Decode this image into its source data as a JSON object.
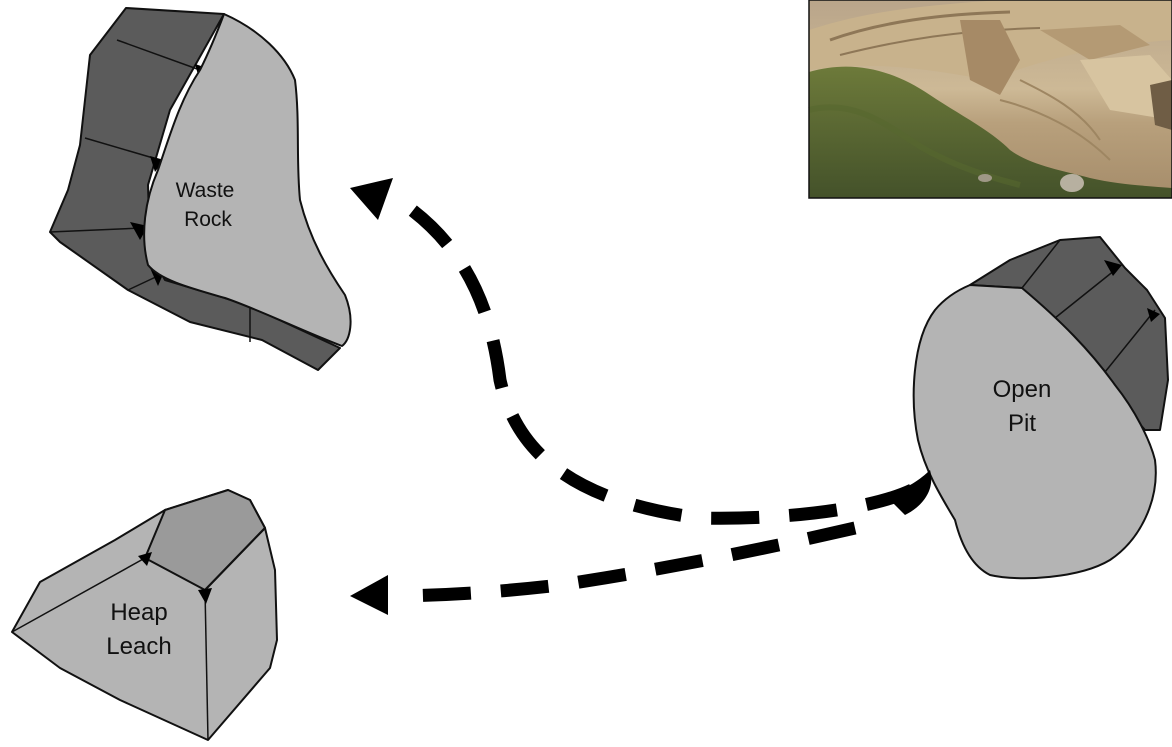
{
  "diagram": {
    "nodes": [
      {
        "id": "waste-rock",
        "label_lines": [
          "Waste",
          "Rock"
        ]
      },
      {
        "id": "open-pit",
        "label_lines": [
          "Open",
          "Pit"
        ]
      },
      {
        "id": "heap-leach",
        "label_lines": [
          "Heap",
          "Leach"
        ]
      }
    ],
    "edges": [
      {
        "from": "open-pit",
        "to": "waste-rock"
      },
      {
        "from": "open-pit",
        "to": "heap-leach"
      }
    ]
  },
  "photo": {
    "subject": "open-pit mine photograph"
  },
  "colors": {
    "dark_face": "#5b5b5b",
    "light_face": "#b4b4b4",
    "mid_face": "#9a9a9a",
    "outline": "#111111",
    "arrow": "#000000"
  }
}
